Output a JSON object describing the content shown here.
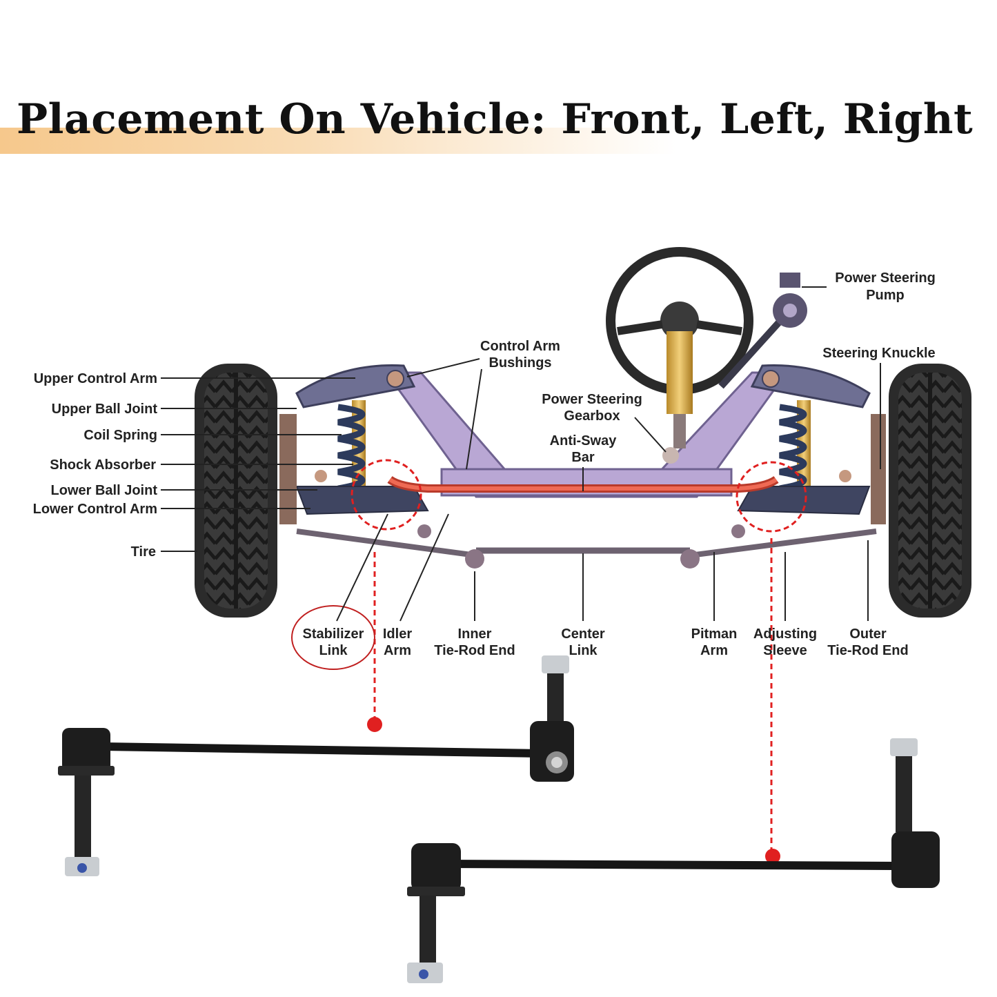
{
  "title": "Placement On Vehicle: Front, Left, Right",
  "colors": {
    "accent_band": "#f6c88c",
    "frame": "#b9a7d4",
    "anti_sway_bar": "#e8543f",
    "highlight": "#e02020",
    "steering_column": "#e3b54a",
    "spring": "#2c3a5c"
  },
  "labels": {
    "upper_control_arm": "Upper Control Arm",
    "upper_ball_joint": "Upper Ball Joint",
    "coil_spring": "Coil Spring",
    "shock_absorber": "Shock Absorber",
    "lower_ball_joint": "Lower Ball Joint",
    "lower_control_arm": "Lower Control Arm",
    "tire": "Tire",
    "control_arm_bushings": [
      "Control Arm",
      "Bushings"
    ],
    "power_steering_gearbox": [
      "Power Steering",
      "Gearbox"
    ],
    "anti_sway_bar": [
      "Anti-Sway",
      "Bar"
    ],
    "power_steering_pump": [
      "Power Steering",
      "Pump"
    ],
    "steering_knuckle": "Steering Knuckle",
    "stabilizer_link": [
      "Stabilizer",
      "Link"
    ],
    "idler_arm": [
      "Idler",
      "Arm"
    ],
    "inner_tie_rod_end": [
      "Inner",
      "Tie-Rod End"
    ],
    "center_link": [
      "Center",
      "Link"
    ],
    "pitman_arm": [
      "Pitman",
      "Arm"
    ],
    "adjusting_sleeve": [
      "Adjusting",
      "Sleeve"
    ],
    "outer_tie_rod_end": [
      "Outer",
      "Tie-Rod End"
    ]
  }
}
